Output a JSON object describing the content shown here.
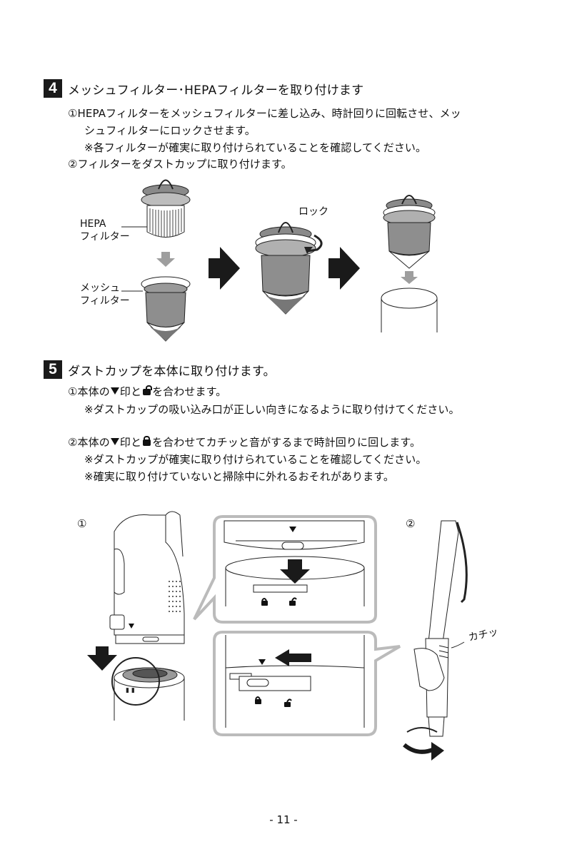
{
  "step4": {
    "number": "4",
    "title": "メッシュフィルター･HEPAフィルターを取り付けます",
    "line1": "①HEPAフィルターをメッシュフィルターに差し込み、時計回りに回転させ、メッ",
    "line2": "シュフィルターにロックさせます。",
    "line3": "※各フィルターが確実に取り付けられていることを確認してください。",
    "line4": "②フィルターをダストカップに取り付けます。",
    "label_hepa_1": "HEPA",
    "label_hepa_2": "フィルター",
    "label_mesh_1": "メッシュ",
    "label_mesh_2": "フィルター",
    "label_lock": "ロック"
  },
  "step5": {
    "number": "5",
    "title": "ダストカップを本体に取り付けます。",
    "line1_a": "①本体の",
    "line1_b": "印と",
    "line1_c": "を合わせます。",
    "line2": "※ダストカップの吸い込み口が正しい向きになるように取り付けてください。",
    "line3_a": "②本体の",
    "line3_b": "印と",
    "line3_c": "を合わせてカチッと音がするまで時計回りに回します。",
    "line4": "※ダストカップが確実に取り付けられていることを確認してください。",
    "line5": "※確実に取り付けていないと掃除中に外れるおそれがあります。",
    "fig1_label": "①",
    "fig2_label": "②",
    "label_click": "カチッ"
  },
  "page_number": "- 11 -"
}
